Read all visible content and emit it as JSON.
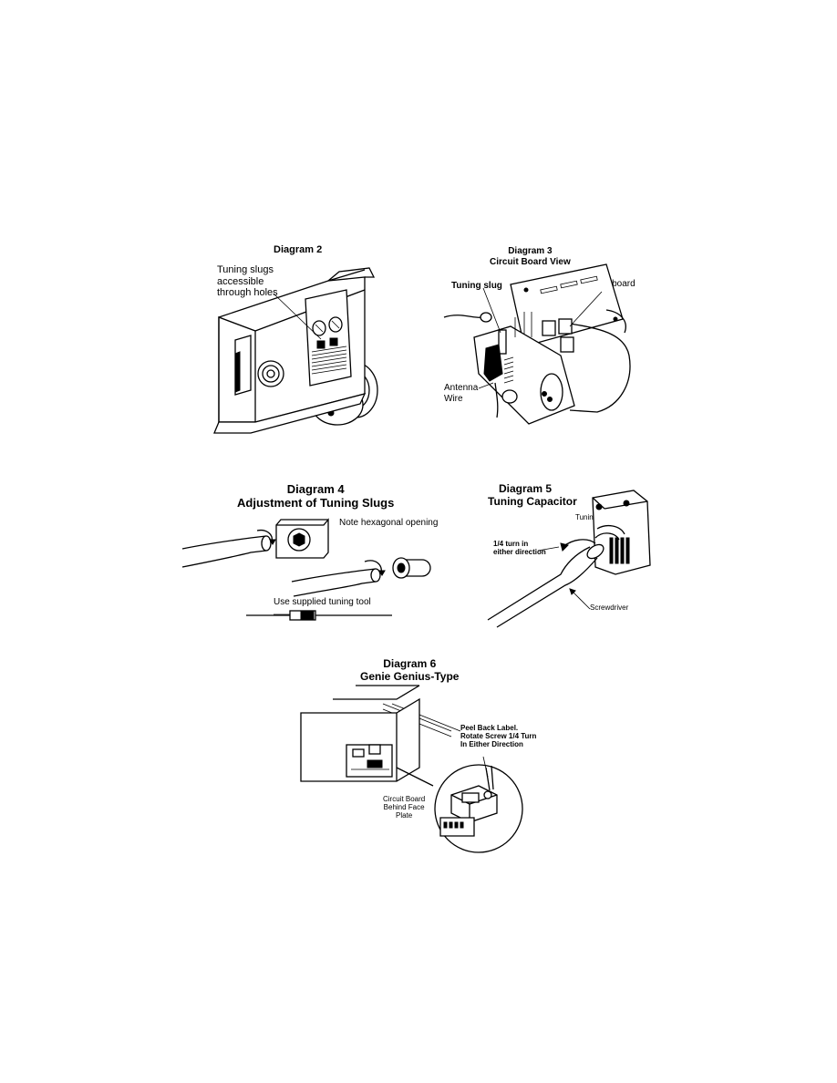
{
  "diagram2": {
    "title": "Diagram 2",
    "label_slugs": [
      "Tuning slugs",
      "accessible",
      "through holes"
    ]
  },
  "diagram3": {
    "title_line1": "Diagram 3",
    "title_line2": "Circuit Board View",
    "label_tuning_slug": "Tuning slug",
    "label_circuit_board": "Circuit board",
    "label_antenna": [
      "Antenna",
      "Wire"
    ]
  },
  "diagram4": {
    "title_line1": "Diagram 4",
    "title_line2": "Adjustment of Tuning Slugs",
    "label_hex": "Note hexagonal opening",
    "label_tool": "Use supplied tuning tool"
  },
  "diagram5": {
    "title_line1": "Diagram 5",
    "title_line2": "Tuning Capacitor",
    "label_capacitor": "Tuning capacitor",
    "label_turn": [
      "1/4 turn in",
      "either direction"
    ],
    "label_screwdriver": "Screwdriver"
  },
  "diagram6": {
    "title_line1": "Diagram 6",
    "title_line2": "Genie Genius-Type",
    "label_peel": [
      "Peel Back Label.",
      "Rotate Screw 1/4 Turn",
      "In Either Direction"
    ],
    "label_board": [
      "Circuit Board",
      "Behind Face",
      "Plate"
    ]
  }
}
